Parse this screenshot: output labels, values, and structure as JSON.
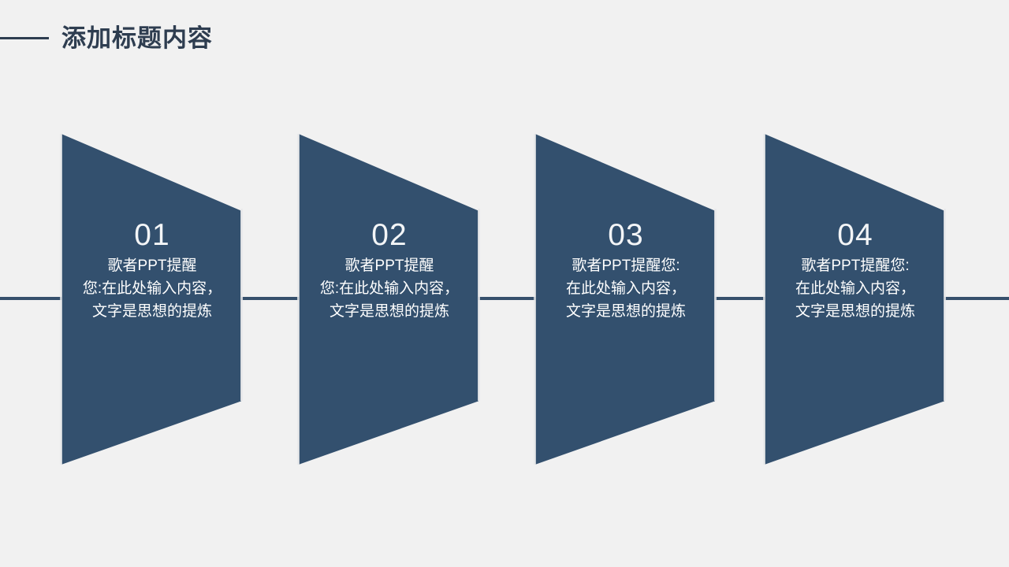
{
  "slide": {
    "background_color": "#f1f1f1",
    "accent_color": "#33506e",
    "title_color": "#2e3d50",
    "title": "添加标题内容"
  },
  "connector": {
    "color": "#36506c",
    "label": "horizontal-timeline-line"
  },
  "cards": [
    {
      "number": "01",
      "text": "歌者PPT提醒\n您:在此处输入内容，\n文字是思想的提炼"
    },
    {
      "number": "02",
      "text": "歌者PPT提醒\n您:在此处输入内容，\n文字是思想的提炼"
    },
    {
      "number": "03",
      "text": "歌者PPT提醒您:\n在此处输入内容，\n文字是思想的提炼"
    },
    {
      "number": "04",
      "text": "歌者PPT提醒您:\n在此处输入内容，\n文字是思想的提炼"
    }
  ]
}
